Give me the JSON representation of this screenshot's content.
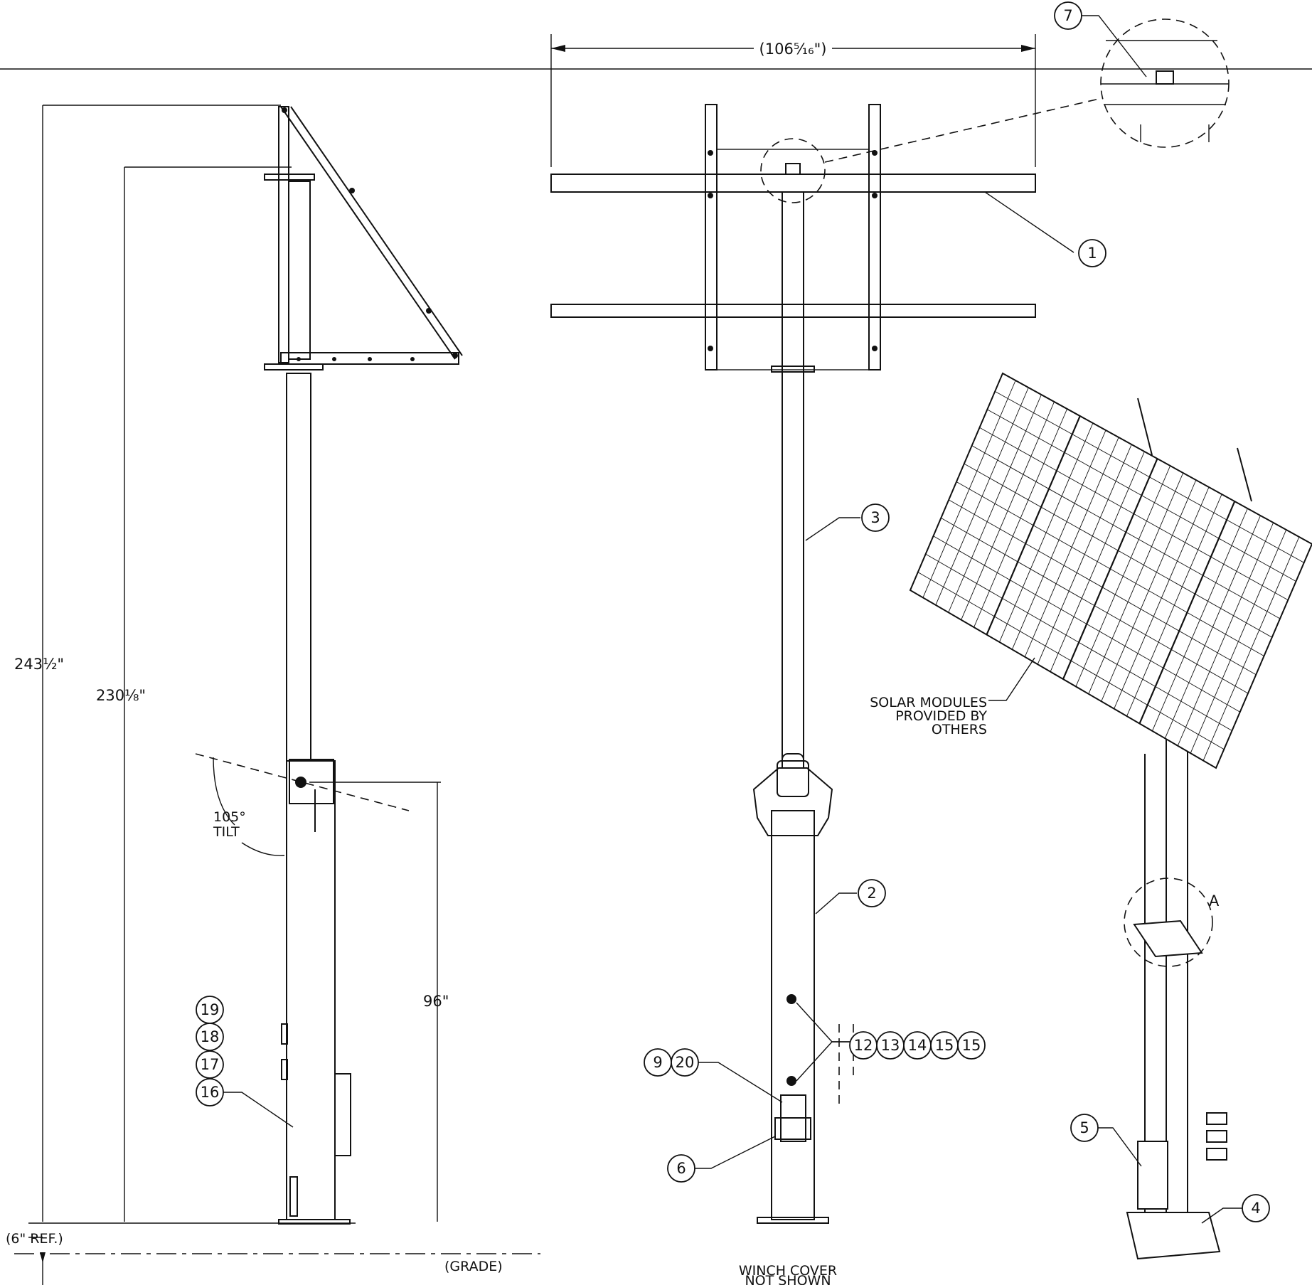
{
  "dimensions": {
    "overall_width": "(106⁵⁄₁₆\")",
    "overall_height": "243½\"",
    "height_to_mount": "230⅛\"",
    "hinge_height": "96\"",
    "tilt_angle": "105°",
    "tilt_word": "TILT",
    "ref_below_grade": "(6\" REF.)",
    "grade": "(GRADE)"
  },
  "notes": {
    "solar_line1": "SOLAR MODULES",
    "solar_line2": "PROVIDED BY",
    "solar_line3": "OTHERS",
    "winch_line1": "WINCH COVER",
    "winch_line2": "NOT SHOWN",
    "detail_label": "A"
  },
  "balloons": [
    "1",
    "2",
    "3",
    "4",
    "5",
    "6",
    "7",
    "9",
    "20",
    "12",
    "13",
    "14",
    "15",
    "15",
    "16",
    "17",
    "18",
    "19"
  ]
}
